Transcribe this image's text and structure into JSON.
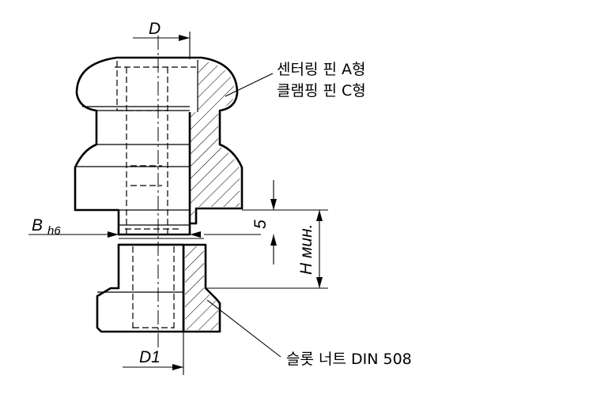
{
  "labels": {
    "pin_line1": "센터링 핀 A형",
    "pin_line2": "클램핑 핀 C형",
    "nut": "슬롯 너트 DIN 508"
  },
  "dimensions": {
    "D": "D",
    "D1": "D1",
    "B": "B",
    "B_sub": "h6",
    "five": "5",
    "H": "H мин."
  }
}
